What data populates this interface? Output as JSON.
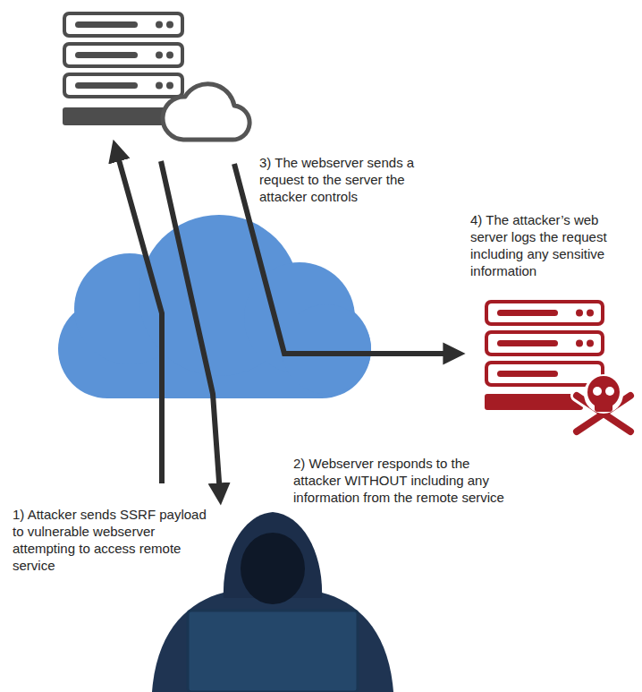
{
  "diagram": {
    "labels": [
      "3) The webserver sends a request to the server the attacker controls",
      "4) The attacker’s web server logs the request including any sensitive information",
      "2) Webserver responds to the attacker WITHOUT including any information from the remote service",
      "1) Attacker sends SSRF payload to vulnerable webserver attempting to access remote service"
    ]
  }
}
